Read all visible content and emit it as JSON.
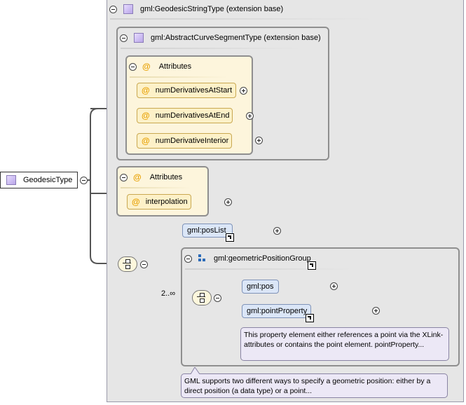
{
  "root_type": {
    "label": "GeodesicType"
  },
  "extension_base": {
    "label": "gml:GeodesicStringType (extension base)"
  },
  "inner_extension": {
    "label": "gml:AbstractCurveSegmentType (extension base)"
  },
  "inner_attributes": {
    "title": "Attributes",
    "items": [
      "numDerivativesAtStart",
      "numDerivativesAtEnd",
      "numDerivativeInterior"
    ]
  },
  "outer_attributes": {
    "title": "Attributes",
    "items": [
      "interpolation"
    ]
  },
  "elements": {
    "pos_list": "gml:posList",
    "group_label": "gml:geometricPositionGroup",
    "multiplicity": "2..∞",
    "pos": "gml:pos",
    "point_property": "gml:pointProperty"
  },
  "docs": {
    "point_property": "This property element either references a point via the XLink-attributes or contains the point element. pointProperty...",
    "group": "GML supports two different ways to specify a geometric position: either by a direct position (a data type) or a point..."
  },
  "icons": {
    "toggle_collapse": "minus-circle-icon",
    "toggle_expand": "plus-circle-icon",
    "complex_type": "type-icon",
    "attribute": "at-icon",
    "group": "group-icon",
    "reference": "ref-arrow-icon",
    "sequence": "sequence-icon"
  },
  "colors": {
    "panel_bg": "#e6e6e6",
    "attr_bg": "#fdf5dc",
    "element_bg": "#dbe6f7",
    "doc_bg": "#ece8f6",
    "attr_marker": "#e8a000"
  }
}
